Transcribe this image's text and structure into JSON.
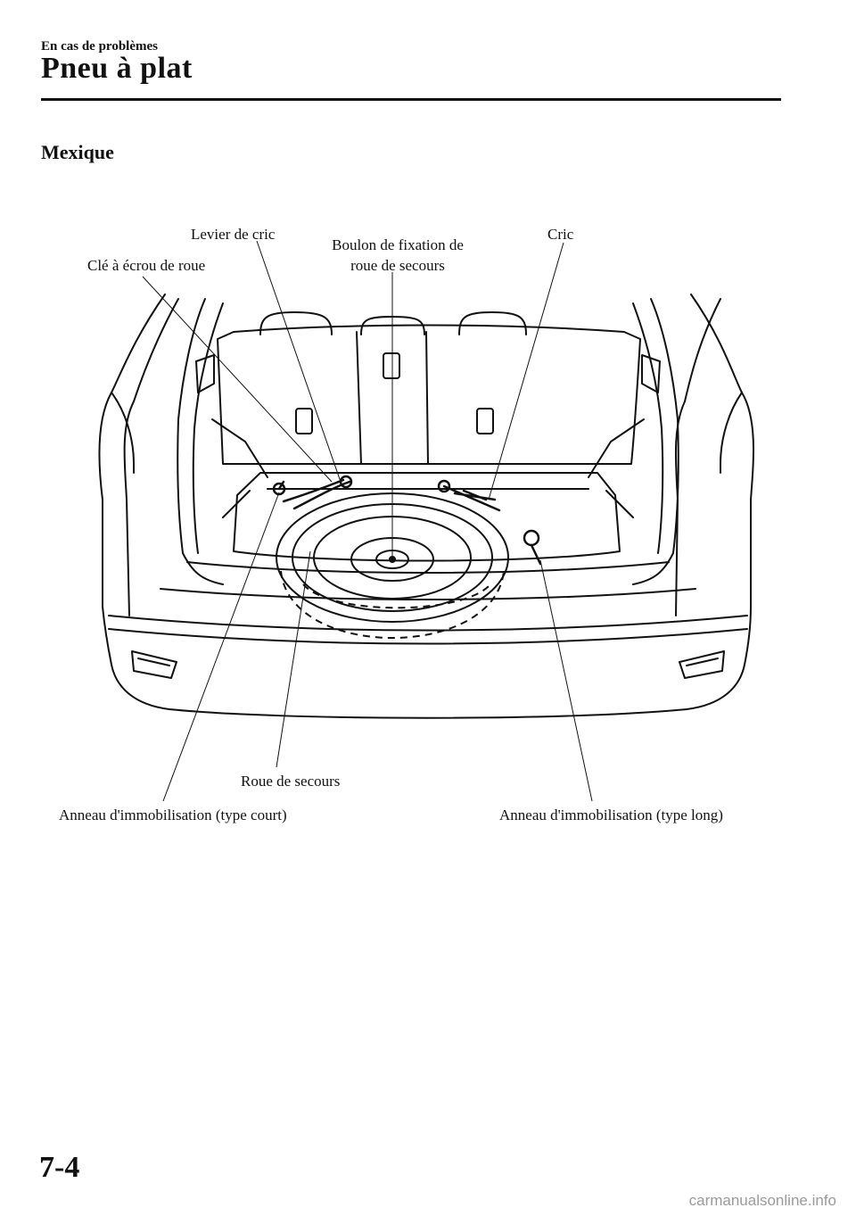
{
  "header": {
    "section": "En cas de problèmes",
    "title": "Pneu à plat"
  },
  "subheading": "Mexique",
  "callouts": {
    "lug_wrench": "Clé à écrou de roue",
    "jack_lever": "Levier de cric",
    "spare_bolt_line1": "Boulon de fixation de",
    "spare_bolt_line2": "roue de secours",
    "jack": "Cric",
    "spare_tire": "Roue de secours",
    "tiedown_short": "Anneau d'immobilisation (type court)",
    "tiedown_long": "Anneau d'immobilisation (type long)"
  },
  "footer": {
    "page_number": "7-4",
    "watermark": "carmanualsonline.info"
  }
}
